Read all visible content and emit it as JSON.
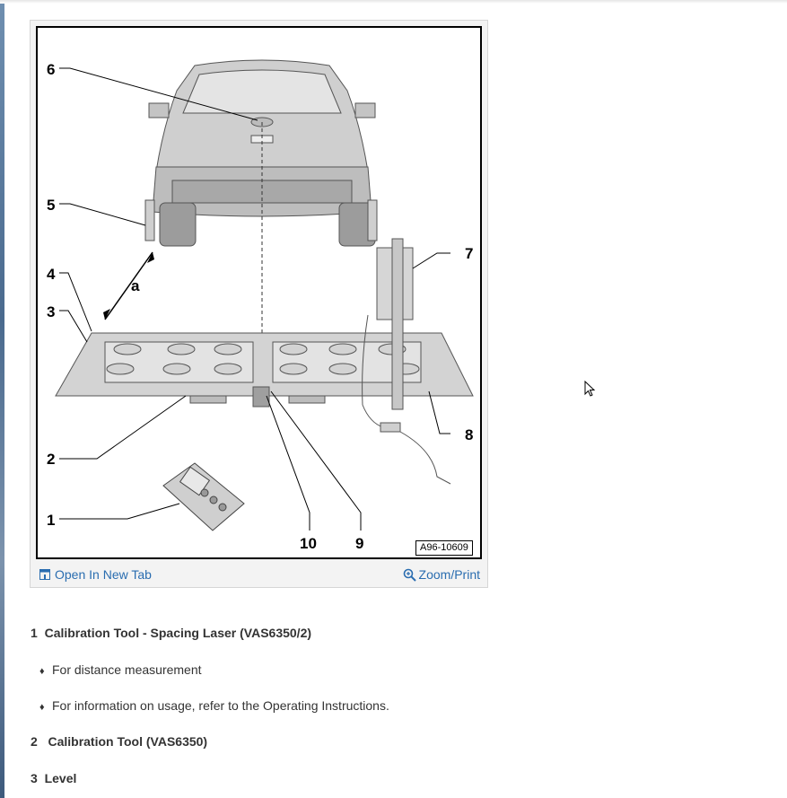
{
  "figure": {
    "callouts": [
      "1",
      "2",
      "3",
      "4",
      "5",
      "6",
      "7",
      "8",
      "9",
      "10"
    ],
    "distance_label": "a",
    "figure_id": "A96-10609"
  },
  "toolbar": {
    "open_tab_label": "Open In New Tab",
    "zoom_label": "Zoom/Print"
  },
  "legend": {
    "items": [
      {
        "number": "1",
        "title": "Calibration Tool - Spacing Laser (VAS6350/2)",
        "bullets": [
          "For distance measurement",
          "For information on usage, refer to the Operating Instructions."
        ]
      },
      {
        "number": "2",
        "title": "Calibration Tool (VAS6350)",
        "bullets": []
      },
      {
        "number": "3",
        "title": "Level",
        "bullets": []
      }
    ],
    "bullet_symbol": "♦"
  },
  "colors": {
    "link": "#2a6db0",
    "text": "#333333"
  }
}
